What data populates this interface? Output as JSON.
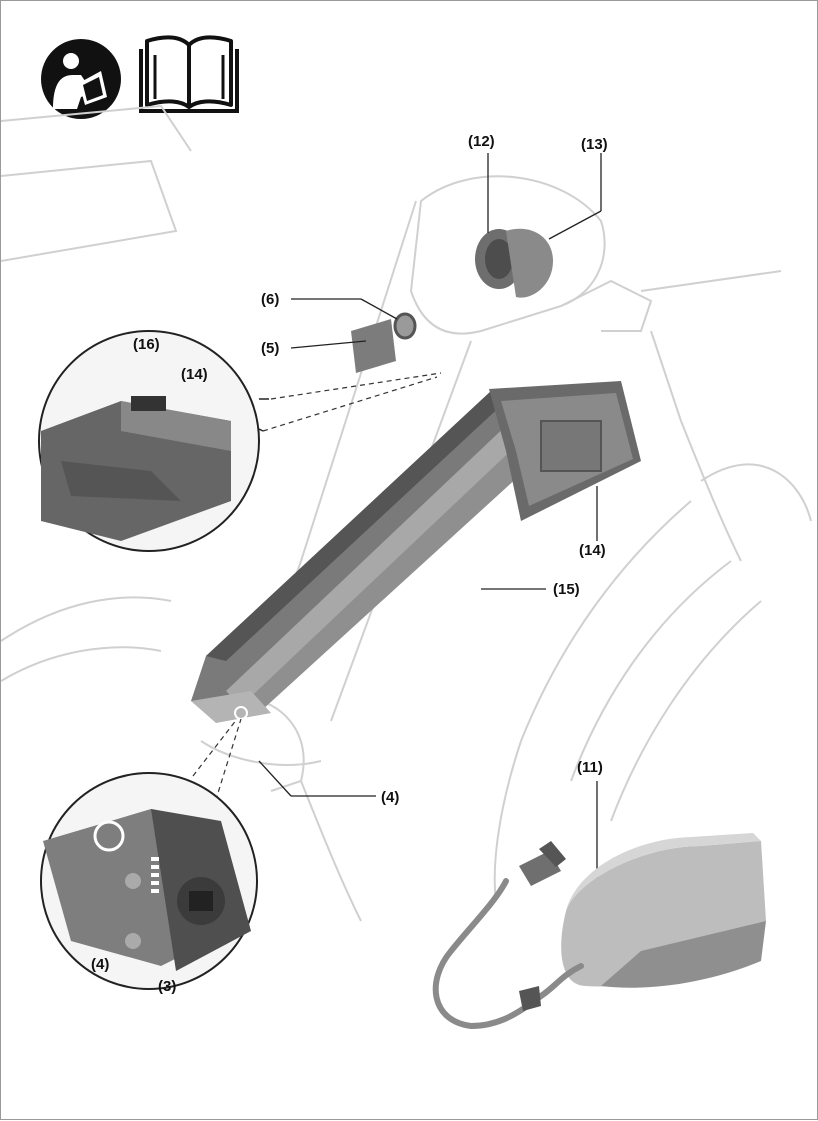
{
  "callouts": {
    "c12": "(12)",
    "c13": "(13)",
    "c6": "(6)",
    "c5": "(5)",
    "c16": "(16)",
    "c14_detail": "(14)",
    "c14_battery": "(14)",
    "c15": "(15)",
    "c4_main": "(4)",
    "c11": "(11)",
    "c4_detail": "(4)",
    "c3": "(3)"
  },
  "icons": {
    "person": "read-operating-instructions-icon",
    "manual": "manual-book-icon"
  },
  "colors": {
    "linework": "#cfcfcf",
    "battery_dark": "#5f5f5f",
    "battery_light": "#9c9c9c",
    "charger": "#bdbdbd",
    "text": "#111111"
  }
}
